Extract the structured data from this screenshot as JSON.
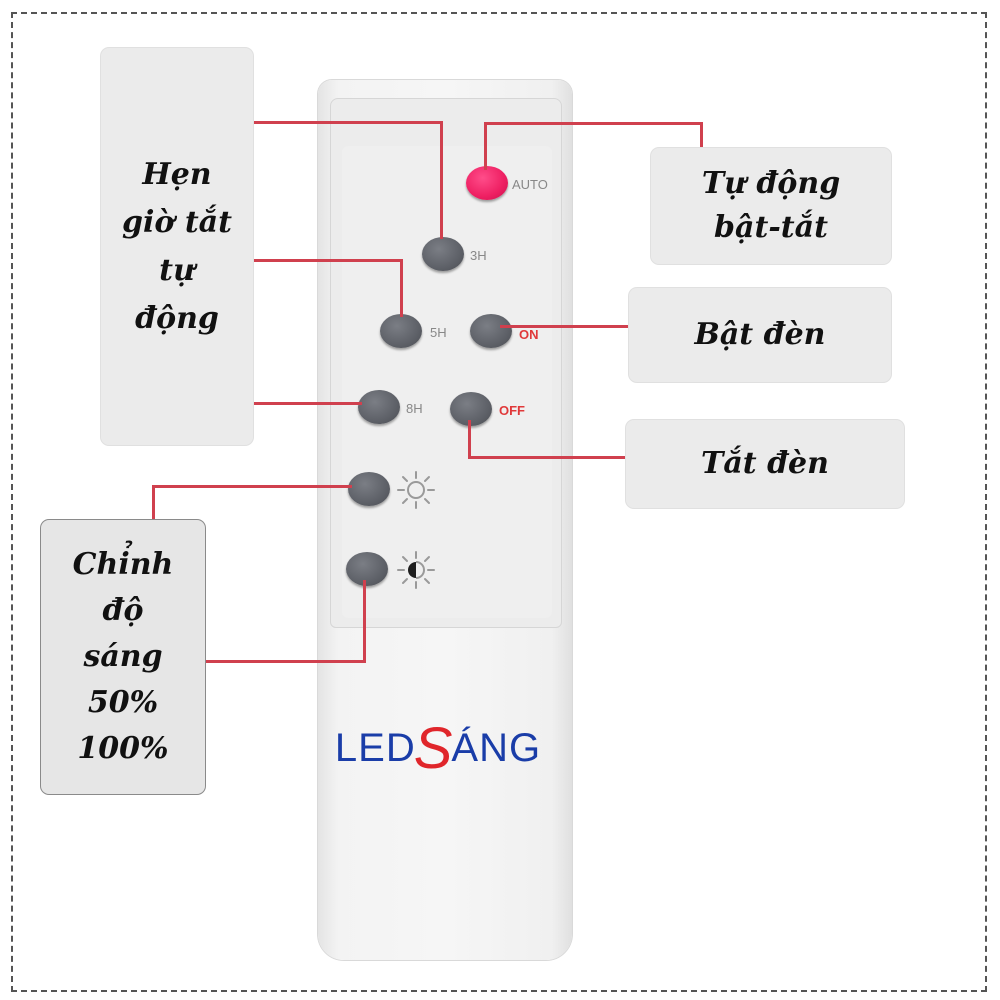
{
  "callouts": {
    "timer": "Hẹn giờ tắt tự động",
    "auto": "Tự động bật-tắt",
    "on": "Bật đèn",
    "off": "Tắt đèn",
    "brightness": "Chỉnh độ sáng 50% 100%"
  },
  "buttons": {
    "auto": "AUTO",
    "h3": "3H",
    "h5": "5H",
    "on": "ON",
    "h8": "8H",
    "off": "OFF"
  },
  "logo": {
    "part1": "LED",
    "part2": "S",
    "part3": "ÁNG"
  },
  "colors": {
    "auto_button": "#ee1f62",
    "leader_line": "#d0404e",
    "logo_blue": "#1a3da8",
    "logo_red": "#e0262b"
  },
  "icons": [
    "sun-icon",
    "half-sun-icon"
  ]
}
